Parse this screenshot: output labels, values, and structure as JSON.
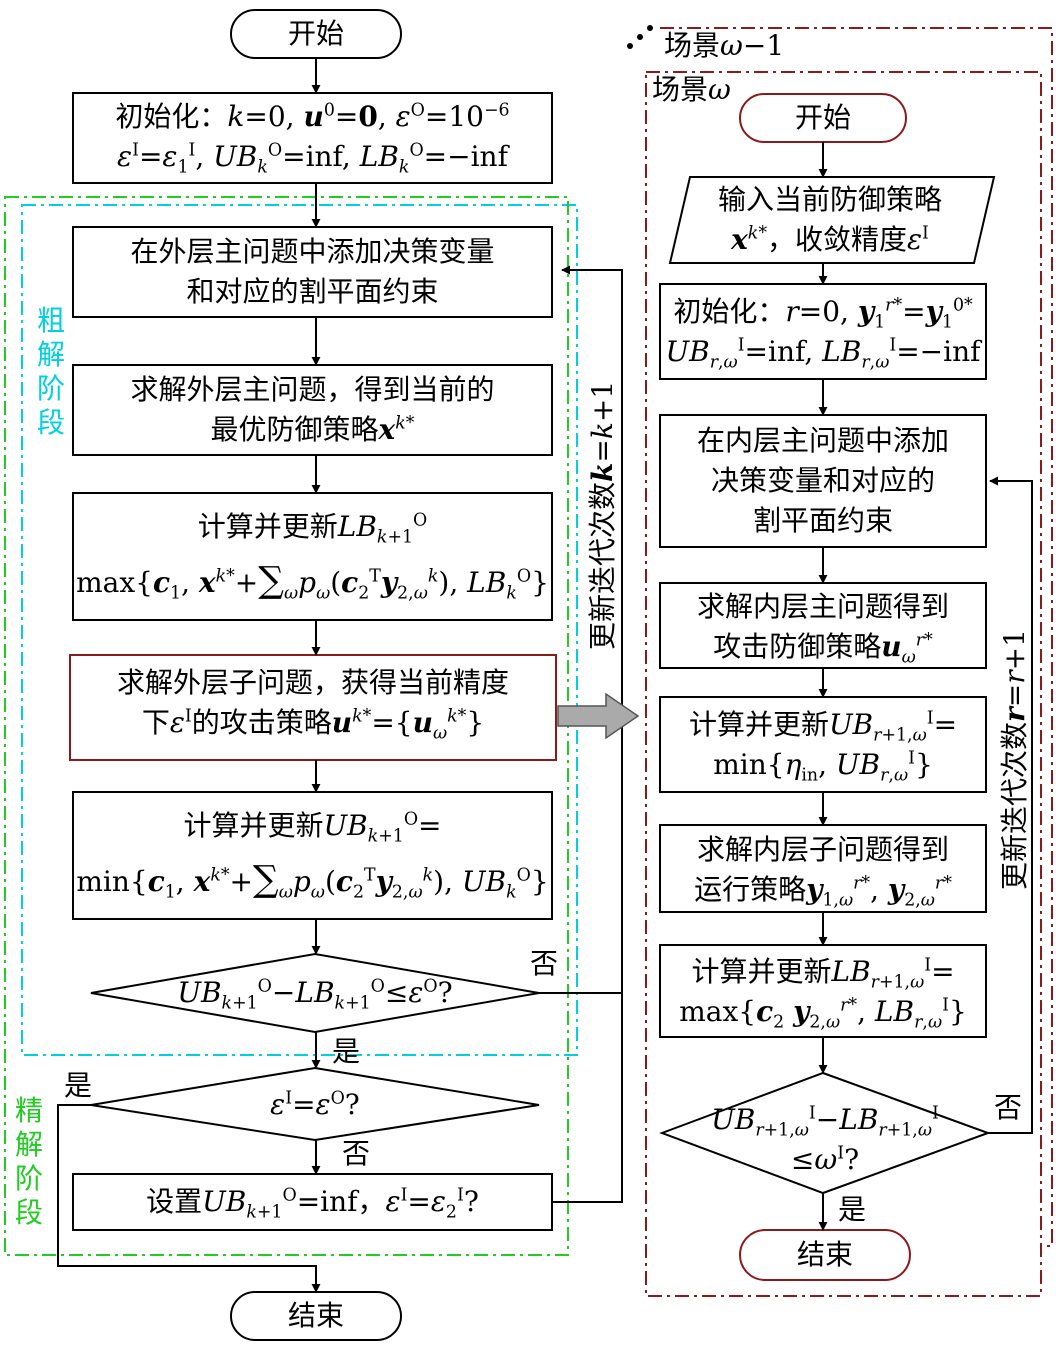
{
  "left": {
    "start": "开始",
    "init_line1": "初始化：",
    "init_line2": "ε",
    "add_constraints_1": "在外层主问题中添加决策变量",
    "add_constraints_2": "和对应的割平面约束",
    "solve_master_1": "求解外层主问题，得到当前的",
    "solve_master_2": "最优防御策略",
    "update_lb_title": "计算并更新",
    "solve_sub_1": "求解外层子问题，获得当前精度",
    "solve_sub_2_a": "下",
    "solve_sub_2_b": "的攻击策略",
    "update_ub_title": "计算并更新",
    "set_ub": "设置",
    "end": "结束",
    "no_label_1": "否",
    "yes_label_1": "是",
    "yes_label_2": "是",
    "no_label_2": "否",
    "coarse_stage": "粗解阶段",
    "fine_stage": "精解阶段",
    "update_k": "更新迭代次数"
  },
  "right": {
    "scenario_prev": "场景",
    "scenario_cur": "场景",
    "start": "开始",
    "input_1": "输入当前防御策略",
    "input_2_b": "，收敛精度",
    "init_title": "初始化：",
    "add_constraints_1": "在内层主问题中添加",
    "add_constraints_2": "决策变量和对应的",
    "add_constraints_3": "割平面约束",
    "solve_master_1": "求解内层主问题得到",
    "solve_master_2": "攻击防御策略",
    "update_ub_title": "计算并更新",
    "solve_sub_1": "求解内层子问题得到",
    "solve_sub_2": "运行策略",
    "update_lb_title": "计算并更新",
    "end": "结束",
    "no_label": "否",
    "yes_label": "是",
    "update_r": "更新迭代次数"
  },
  "colors": {
    "coarse_border": "#00d0e0",
    "fine_border": "#22cc22",
    "scenario_border": "#8b1a1a",
    "sub_box_border": "#8b1a1a",
    "arrow_fill": "#aaaaaa"
  }
}
